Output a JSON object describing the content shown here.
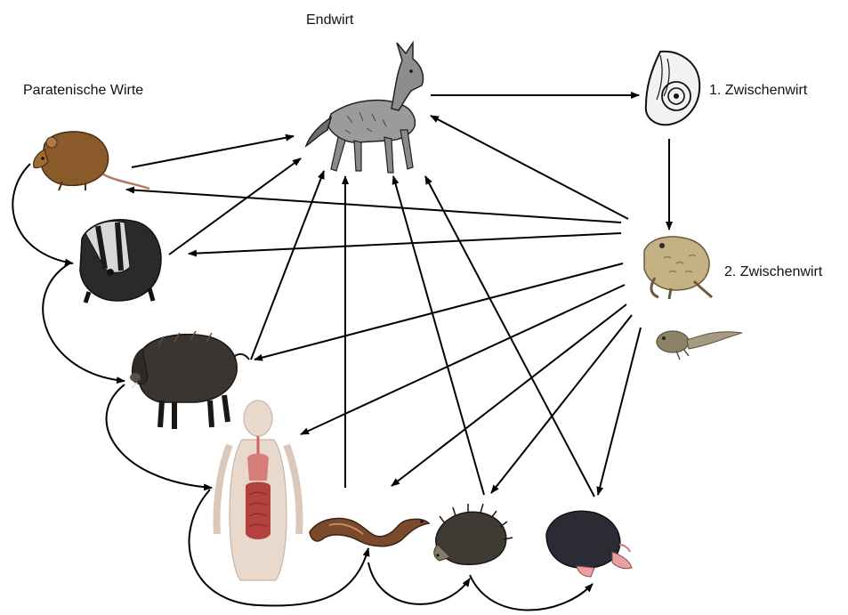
{
  "labels": {
    "definitive_host": "Endwirt",
    "paratenic_hosts": "Paratenische Wirte",
    "first_intermediate": "1. Zwischenwirt",
    "second_intermediate": "2. Zwischenwirt"
  },
  "nodes": [
    {
      "id": "jackal",
      "icon": "jackal-icon"
    },
    {
      "id": "snail",
      "icon": "snail-shell-icon"
    },
    {
      "id": "toad",
      "icon": "toad-icon"
    },
    {
      "id": "tadpole",
      "icon": "tadpole-icon"
    },
    {
      "id": "rat",
      "icon": "rat-icon"
    },
    {
      "id": "badger",
      "icon": "badger-icon"
    },
    {
      "id": "boar",
      "icon": "wild-boar-icon"
    },
    {
      "id": "human",
      "icon": "human-anatomy-icon"
    },
    {
      "id": "snake",
      "icon": "slow-worm-icon"
    },
    {
      "id": "hedgehog",
      "icon": "hedgehog-icon"
    },
    {
      "id": "mole",
      "icon": "mole-icon"
    }
  ],
  "colors": {
    "line": "#000000",
    "jackal": "#8a8a8a",
    "snail": "#222222",
    "toad": "#b9a77a",
    "tadpole": "#8c8266",
    "rat": "#8a5a2b",
    "badger": "#2a2a2a",
    "boar": "#3a3530",
    "human_skin": "#e9d8cc",
    "human_organ": "#b3423f",
    "snake": "#7a4a2c",
    "hedgehog": "#3f3a34",
    "mole": "#2b2b33"
  }
}
